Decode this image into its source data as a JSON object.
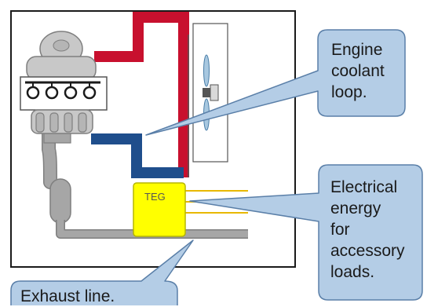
{
  "labels": {
    "coolant": [
      "Engine",
      "coolant",
      "loop."
    ],
    "electrical": [
      "Electrical",
      "energy",
      "for",
      "accessory",
      "loads."
    ],
    "exhaust": "Exhaust line.",
    "teg": "TEG"
  },
  "colors": {
    "hot_pipe": "#c8102e",
    "cold_pipe": "#1f4e8c",
    "exhaust": "#a6a6a6",
    "exhaust_stroke": "#7f7f7f",
    "teg": "#ffff00",
    "wires": "#e8b800",
    "callout_fill": "#b4cde6",
    "callout_stroke": "#5a7fa8"
  }
}
